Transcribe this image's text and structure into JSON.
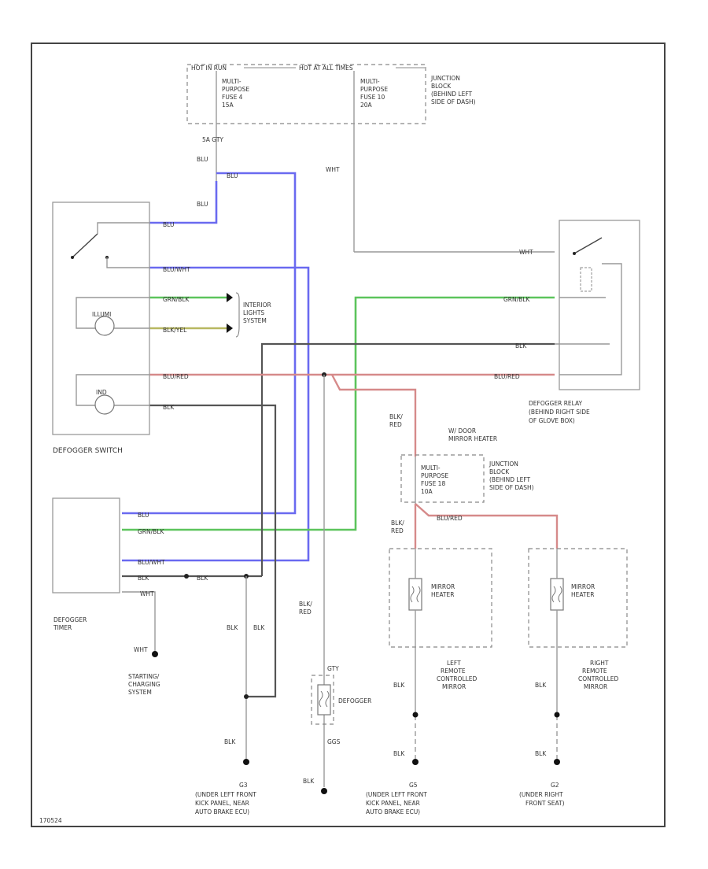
{
  "labels": {
    "hot_in_run": "HOT IN RUN",
    "hot_at_all_times": "HOT AT ALL TIMES",
    "fuse4": [
      "MULTI-",
      "PURPOSE",
      "FUSE 4",
      "15A"
    ],
    "fuse10": [
      "MULTI-",
      "PURPOSE",
      "FUSE 10",
      "20A"
    ],
    "junction_block_top": [
      "JUNCTION",
      "BLOCK",
      "(BEHIND LEFT",
      "SIDE OF DASH)"
    ],
    "junction_block_mid": [
      "JUNCTION",
      "BLOCK",
      "(BEHIND LEFT",
      "SIDE OF DASH)"
    ],
    "fuse18": [
      "MULTI-",
      "PURPOSE",
      "FUSE 18",
      "10A"
    ],
    "interior_lights": [
      "INTERIOR",
      "LIGHTS",
      "SYSTEM"
    ],
    "defogger_switch": "DEFOGGER SWITCH",
    "defogger_timer": [
      "DEFOGGER",
      "TIMER"
    ],
    "defogger_relay": [
      "DEFOGGER RELAY",
      "(BEHIND RIGHT SIDE",
      "OF GLOVE BOX)"
    ],
    "door_mirror_heater": [
      "W/ DOOR",
      "MIRROR HEATER"
    ],
    "mirror_heater": [
      "MIRROR",
      "HEATER"
    ],
    "left_mirror": [
      "LEFT",
      "REMOTE",
      "CONTROLLED",
      "MIRROR"
    ],
    "right_mirror": [
      "RIGHT",
      "REMOTE",
      "CONTROLLED",
      "MIRROR"
    ],
    "defogger": "DEFOGGER",
    "starting_charging": [
      "STARTING/",
      "CHARGING",
      "SYSTEM"
    ],
    "ground_g3": [
      "G3",
      "(UNDER LEFT FRONT",
      "KICK PANEL, NEAR",
      "AUTO BRAKE ECU)"
    ],
    "ground_g5": [
      "G5",
      "(UNDER LEFT FRONT",
      "KICK PANEL, NEAR",
      "AUTO BRAKE ECU)"
    ],
    "ground_g2": [
      "G2",
      "(UNDER RIGHT",
      "FRONT SEAT)"
    ],
    "lamp_illum": "ILLUMI",
    "lamp_ind": "IND",
    "footer_code": "170524"
  },
  "wires": {
    "blu": "BLU",
    "blu_wht": "BLU/WHT",
    "grn_blk": "GRN/BLK",
    "blk_yel": "BLK/YEL",
    "blu_red": "BLU/RED",
    "blk": "BLK",
    "wht": "WHT",
    "blk_red": "BLK/ RED",
    "ckt_gty": "5A   GTY",
    "ggs": "GGS",
    "gty": "GTY"
  },
  "colors": {
    "blue": "#6a6af0",
    "green": "#5cc45c",
    "red": "#d68a8a",
    "black": "#555555",
    "gray": "#999999"
  }
}
